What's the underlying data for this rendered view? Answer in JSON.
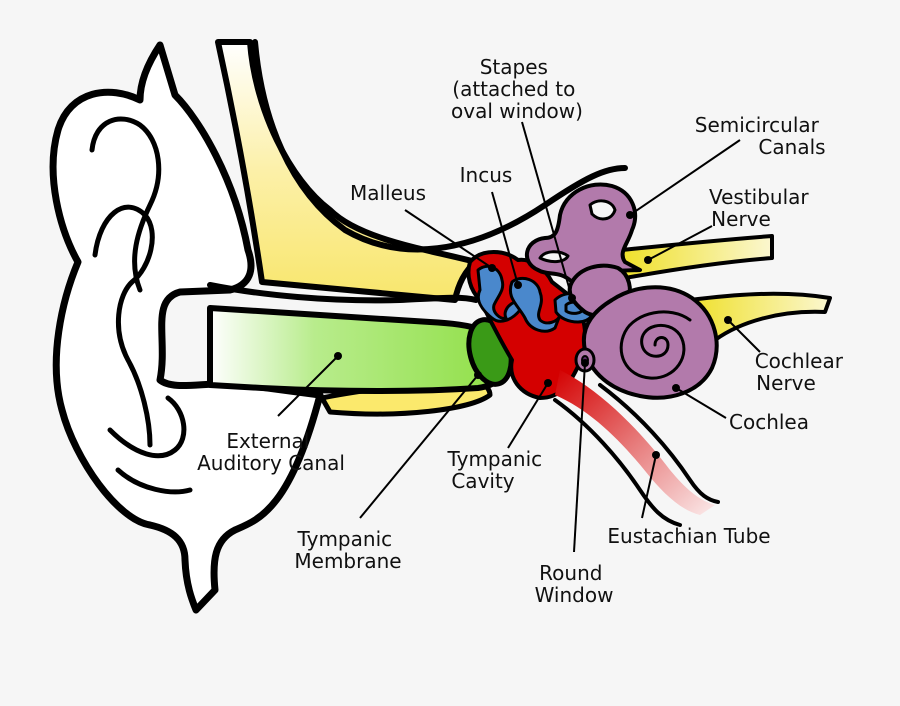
{
  "labels": {
    "stapes": [
      "Stapes",
      "(attached to",
      "oval window)"
    ],
    "semicircular": [
      "Semicircular",
      "Canals"
    ],
    "malleus": [
      "Malleus"
    ],
    "incus": [
      "Incus"
    ],
    "vestibular": [
      "Vestibular",
      "Nerve"
    ],
    "cochlear_nerve": [
      "Cochlear",
      "Nerve"
    ],
    "cochlea": [
      "Cochlea"
    ],
    "external_canal": [
      "External",
      "Auditory Canal"
    ],
    "tympanic_cavity": [
      "Tympanic",
      "Cavity"
    ],
    "eustachian": [
      "Eustachian Tube"
    ],
    "tympanic_membrane": [
      "Tympanic",
      "Membrane"
    ],
    "round_window": [
      "Round",
      "Window"
    ]
  },
  "colors": {
    "background": "#f6f6f6",
    "bone": "#fbe97a",
    "canal": "#95e34c",
    "membrane": "#3a9a17",
    "cavity": "#d40000",
    "ossicles": "#4a88cc",
    "labyrinth": "#b27aab",
    "nerve": "#f2e22b",
    "tube": "#e06666"
  }
}
